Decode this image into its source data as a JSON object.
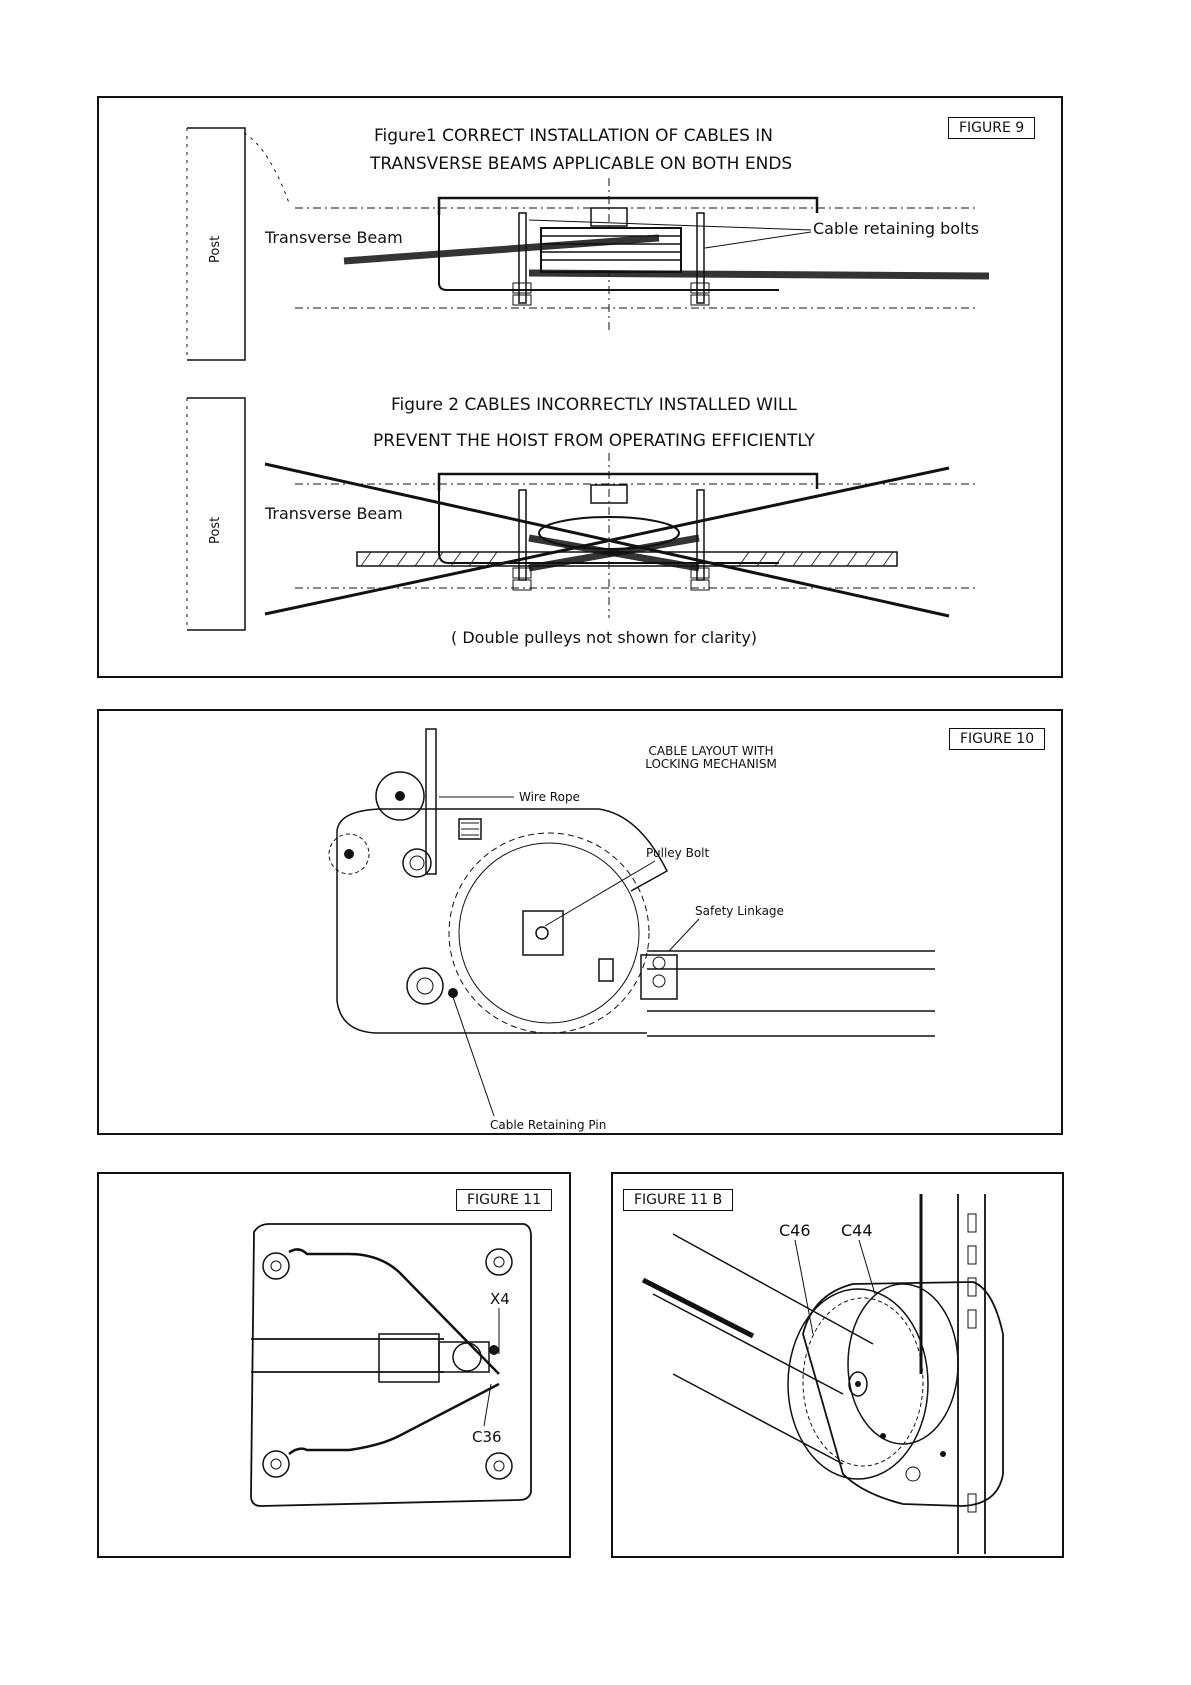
{
  "figure9": {
    "tag": "FIGURE 9",
    "fig1_line1": "Figure1  CORRECT INSTALLATION OF CABLES IN",
    "fig1_line2": "TRANSVERSE BEAMS  APPLICABLE ON BOTH ENDS",
    "post_label": "Post",
    "beam_label": "Transverse Beam",
    "bolts_label": "Cable retaining bolts",
    "fig2_line1": "Figure 2  CABLES INCORRECTLY INSTALLED WILL",
    "fig2_line2": "PREVENT THE HOIST FROM OPERATING EFFICIENTLY",
    "post_label_2": "Post",
    "beam_label_2": "Transverse Beam",
    "note": "( Double pulleys not shown for clarity)"
  },
  "figure10": {
    "tag": "FIGURE 10",
    "title_line1": "CABLE LAYOUT WITH",
    "title_line2": "LOCKING MECHANISM",
    "wire_rope": "Wire Rope",
    "pulley_bolt": "Pulley Bolt",
    "safety_linkage": "Safety Linkage",
    "retaining_pin": "Cable Retaining Pin"
  },
  "figure11": {
    "tag": "FIGURE 11",
    "callout_top": "X4",
    "callout_bottom": "C36"
  },
  "figure11b": {
    "tag": "FIGURE 11 B",
    "callout_left": "C46",
    "callout_right": "C44"
  }
}
